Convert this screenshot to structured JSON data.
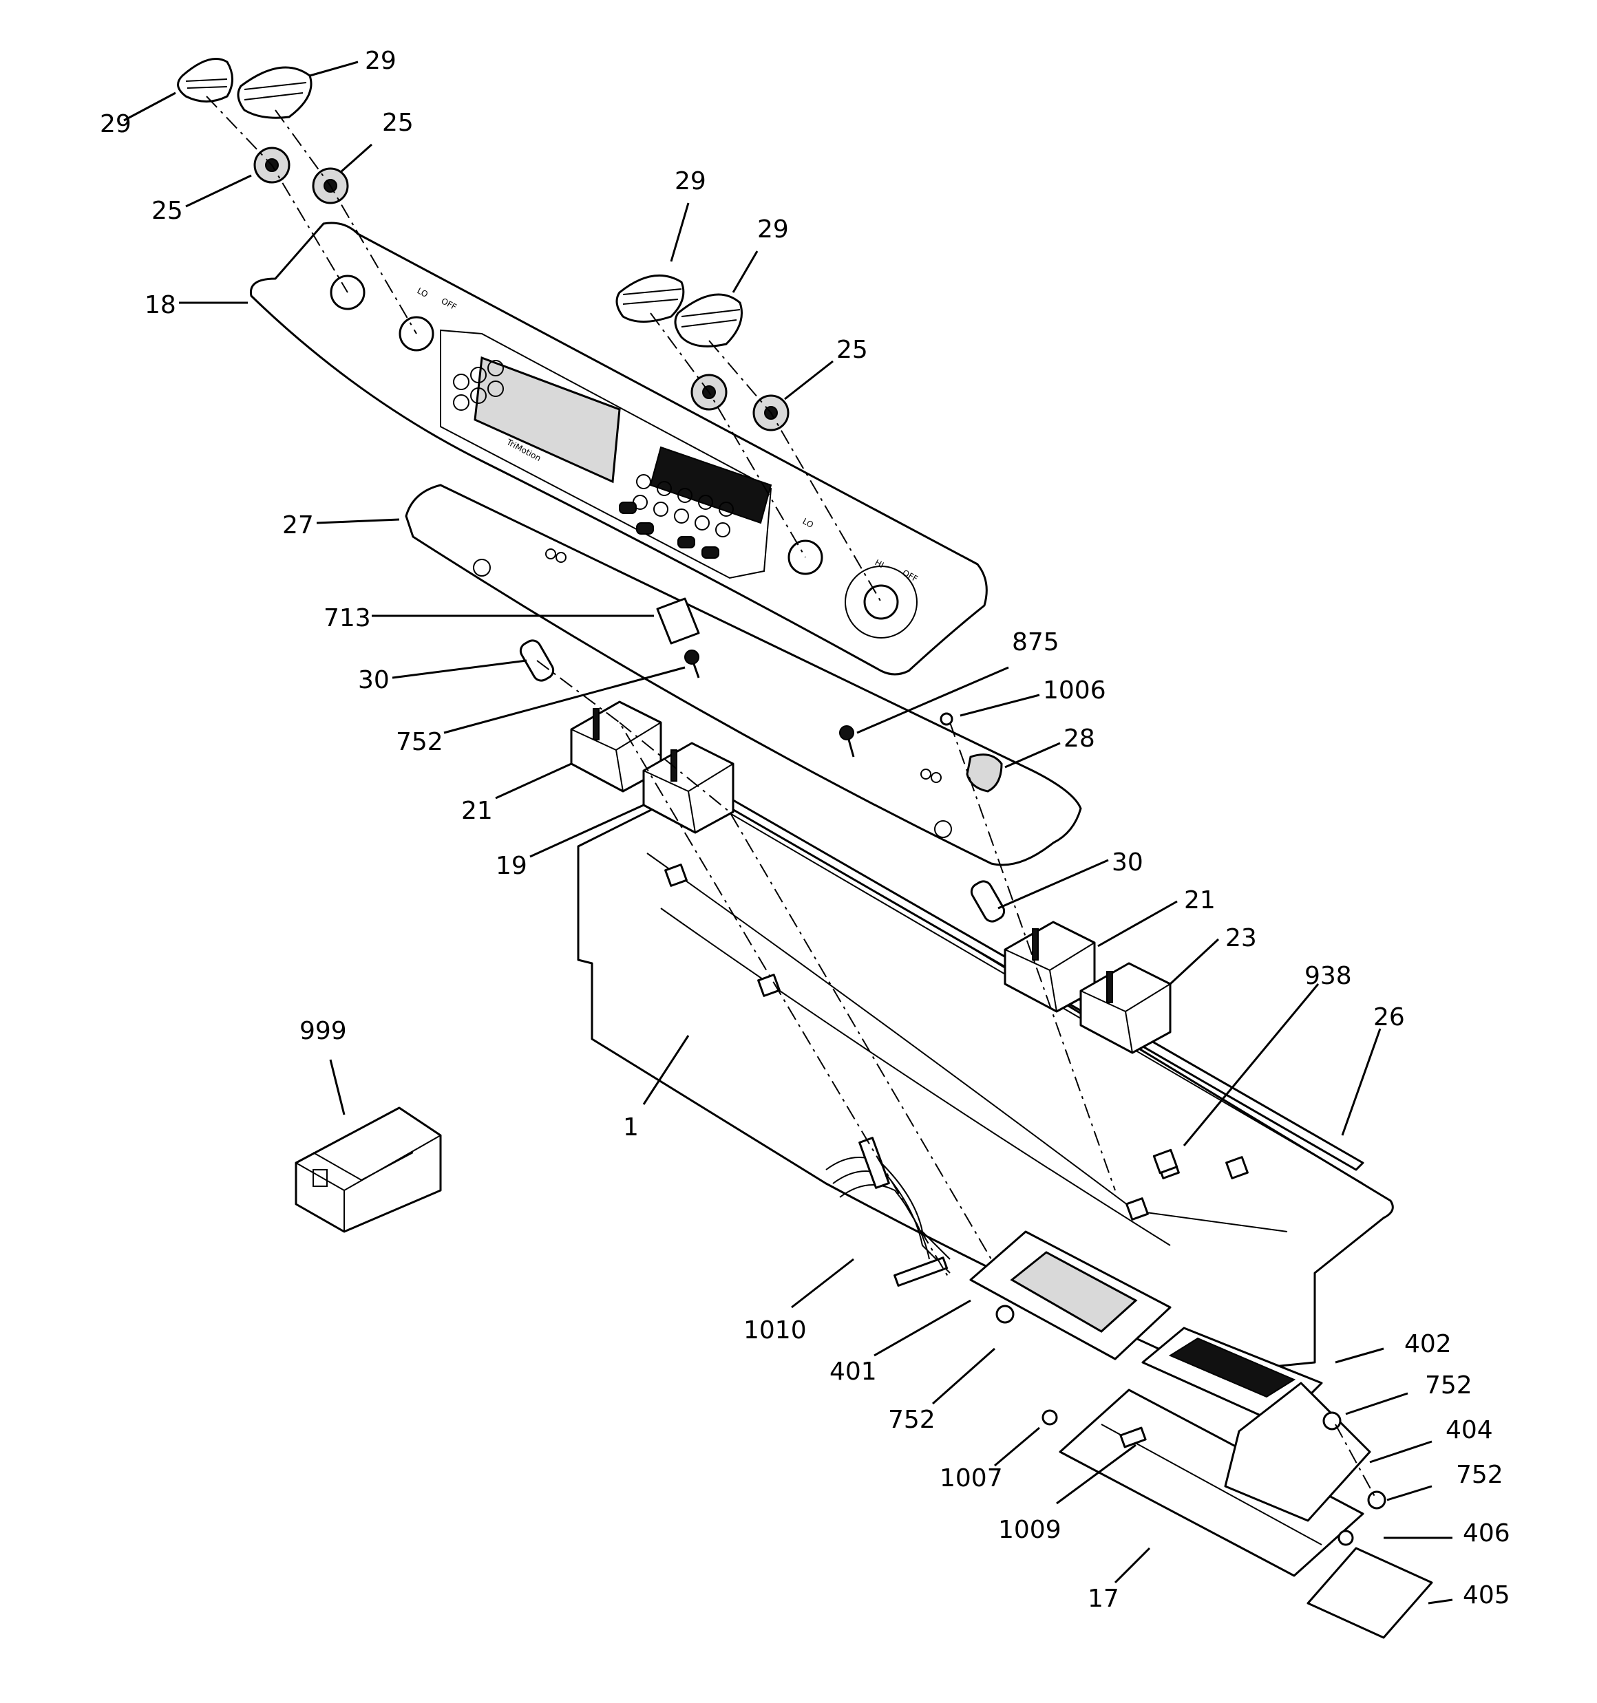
{
  "diagram": {
    "callouts": [
      {
        "id": "c29a",
        "label": "29"
      },
      {
        "id": "c29b",
        "label": "29"
      },
      {
        "id": "c25a",
        "label": "25"
      },
      {
        "id": "c25b",
        "label": "25"
      },
      {
        "id": "c29c",
        "label": "29"
      },
      {
        "id": "c29d",
        "label": "29"
      },
      {
        "id": "c25c",
        "label": "25"
      },
      {
        "id": "c18",
        "label": "18"
      },
      {
        "id": "c27",
        "label": "27"
      },
      {
        "id": "c713",
        "label": "713"
      },
      {
        "id": "c30a",
        "label": "30"
      },
      {
        "id": "c752a",
        "label": "752"
      },
      {
        "id": "c875",
        "label": "875"
      },
      {
        "id": "c1006",
        "label": "1006"
      },
      {
        "id": "c28",
        "label": "28"
      },
      {
        "id": "c21a",
        "label": "21"
      },
      {
        "id": "c19",
        "label": "19"
      },
      {
        "id": "c30b",
        "label": "30"
      },
      {
        "id": "c21b",
        "label": "21"
      },
      {
        "id": "c23",
        "label": "23"
      },
      {
        "id": "c938",
        "label": "938"
      },
      {
        "id": "c26",
        "label": "26"
      },
      {
        "id": "c999",
        "label": "999"
      },
      {
        "id": "c1",
        "label": "1"
      },
      {
        "id": "c1010",
        "label": "1010"
      },
      {
        "id": "c401",
        "label": "401"
      },
      {
        "id": "c752b",
        "label": "752"
      },
      {
        "id": "c402",
        "label": "402"
      },
      {
        "id": "c752c",
        "label": "752"
      },
      {
        "id": "c1007",
        "label": "1007"
      },
      {
        "id": "c404",
        "label": "404"
      },
      {
        "id": "c752d",
        "label": "752"
      },
      {
        "id": "c406",
        "label": "406"
      },
      {
        "id": "c1009",
        "label": "1009"
      },
      {
        "id": "c17",
        "label": "17"
      },
      {
        "id": "c405",
        "label": "405"
      }
    ],
    "panel_text": {
      "brand": "TriMotion",
      "off_left": "OFF",
      "lo_left": "LO",
      "off_right": "OFF",
      "lo_right": "LO",
      "hi": "HI"
    }
  }
}
